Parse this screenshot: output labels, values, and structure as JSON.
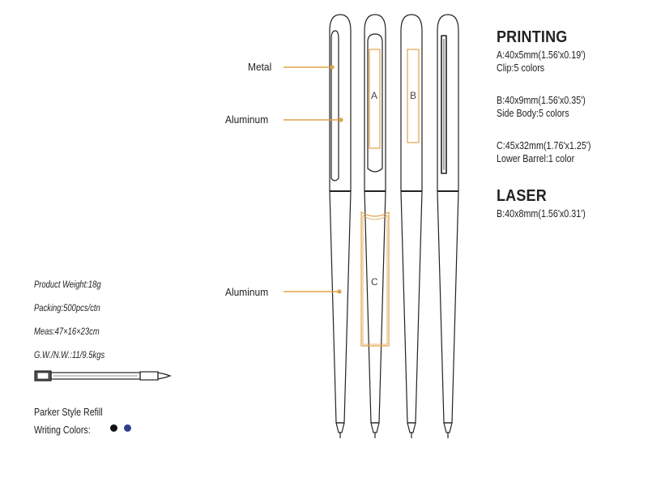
{
  "callouts": [
    {
      "label": "Metal"
    },
    {
      "label": "Aluminum"
    },
    {
      "label": "Aluminum"
    }
  ],
  "print_zones": {
    "a": "A",
    "b": "B",
    "c": "C"
  },
  "printing": {
    "heading": "PRINTING",
    "items": [
      {
        "size": "A:40x5mm(1.56'x0.19')",
        "detail": "Clip:5 colors"
      },
      {
        "size": "B:40x9mm(1.56'x0.35')",
        "detail": "Side Body:5 colors"
      },
      {
        "size": "C:45x32mm(1.76'x1.25')",
        "detail": "Lower Barrel:1 color"
      }
    ]
  },
  "laser": {
    "heading": "LASER",
    "size": "B:40x8mm(1.56'x0.31')"
  },
  "product_info": {
    "weight": "Product Weight:18g",
    "packing": "Packing:500pcs/ctn",
    "meas": "Meas:47×16×23cm",
    "gw_nw": "G.W./N.W.:11/9.5kgs"
  },
  "refill": {
    "name": "Parker Style Refill",
    "writing_colors_label": "Writing Colors:",
    "colors": [
      "#111111",
      "#2b3f8c"
    ]
  },
  "colors": {
    "accent": "#e0a24a",
    "outline": "#222222"
  }
}
